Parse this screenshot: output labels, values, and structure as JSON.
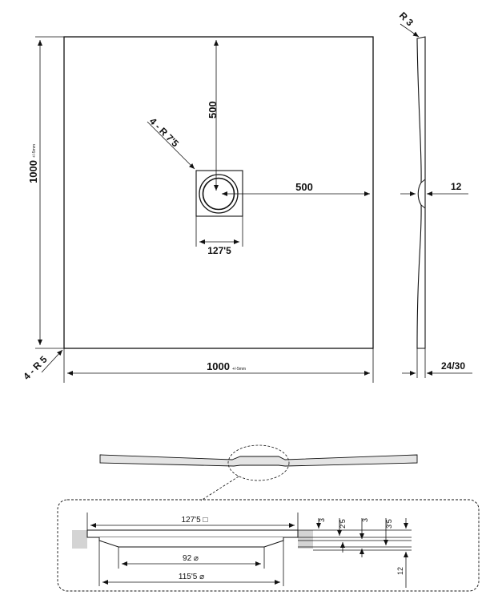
{
  "top_view": {
    "width_label": "1000",
    "width_tolerance": "+/-5mm",
    "height_label": "1000",
    "height_tolerance": "+/-5mm",
    "drain_to_top": "500",
    "drain_to_right": "500",
    "drain_box": "127'5",
    "drain_radius": "4 - R 7'5",
    "corner_radius": "4 - R 5"
  },
  "side_view": {
    "top_radius": "R 3",
    "center_thickness": "12",
    "edge_thickness": "24/30"
  },
  "detail": {
    "drain_box_width": "127'5 □",
    "inner_diameter": "92 ⌀",
    "outer_diameter": "115'5 ⌀",
    "depth_a": "3",
    "depth_b": "2'5",
    "depth_c": "3",
    "depth_d": "3'5",
    "total_depth": "12"
  }
}
